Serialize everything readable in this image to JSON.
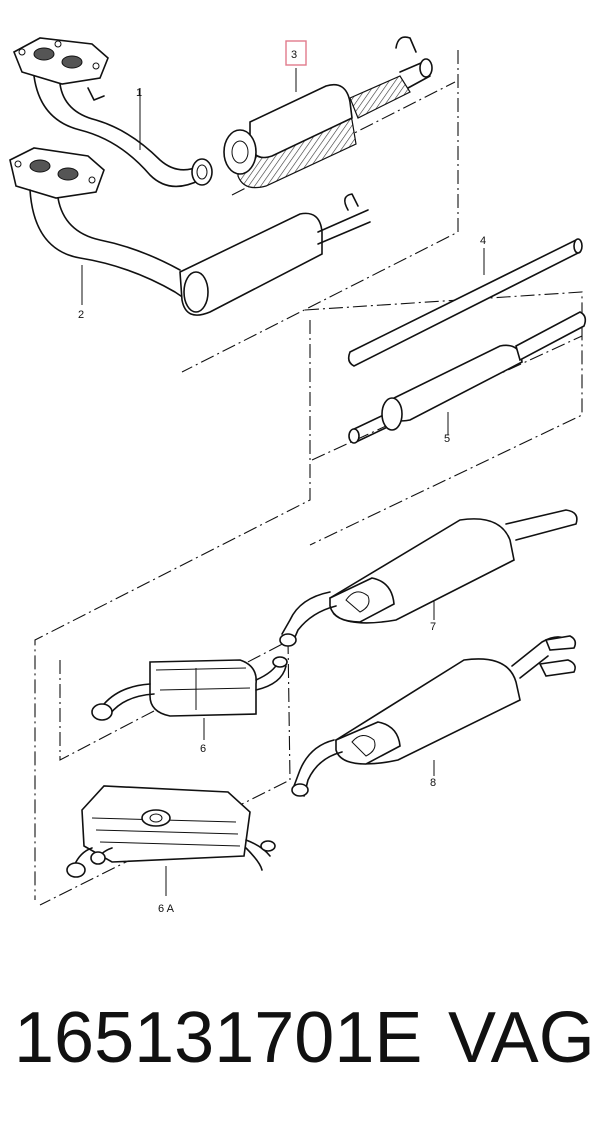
{
  "diagram": {
    "callouts": [
      {
        "id": "1",
        "text": "1"
      },
      {
        "id": "2",
        "text": "2"
      },
      {
        "id": "3",
        "text": "3"
      },
      {
        "id": "4",
        "text": "4"
      },
      {
        "id": "5",
        "text": "5"
      },
      {
        "id": "6",
        "text": "6"
      },
      {
        "id": "6A",
        "text": "6 A"
      },
      {
        "id": "7",
        "text": "7"
      },
      {
        "id": "8",
        "text": "8"
      }
    ],
    "highlight_color": "#e07a8c"
  },
  "footer": {
    "part_number": "165131701E",
    "brand": "VAG"
  }
}
